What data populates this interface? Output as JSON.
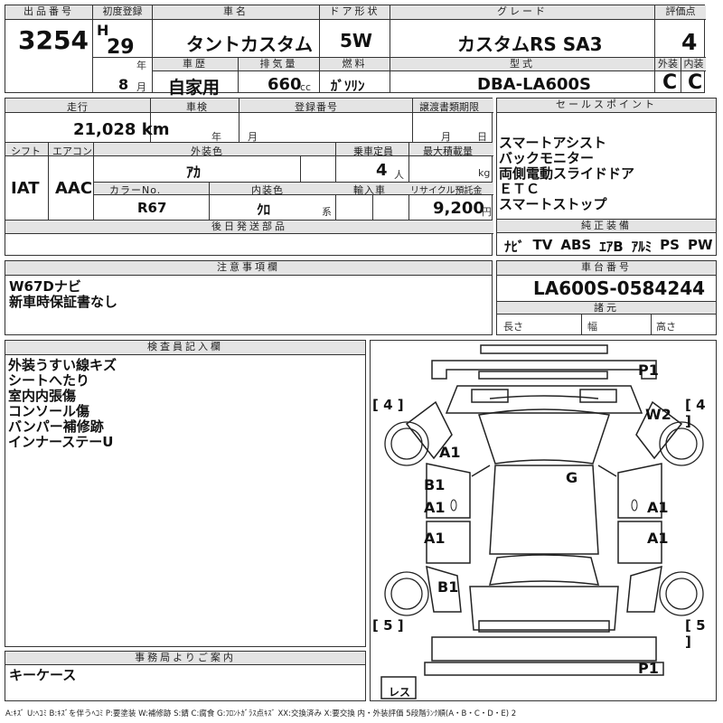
{
  "header": {
    "lot_label": "出品番号",
    "lot_value": "3254",
    "first_reg_label": "初度登録",
    "era": "H",
    "year_value": "29",
    "year_unit": "年",
    "month_value": "8",
    "month_unit": "月",
    "car_name_label": "車名",
    "car_name_value": "タントカスタム",
    "door_label": "ドア形状",
    "door_value": "5W",
    "grade_label": "グレード",
    "grade_value": "カスタムRS SA3",
    "score_label": "評価点",
    "score_value": "4",
    "history_label": "車歴",
    "history_value": "自家用",
    "displacement_label": "排気量",
    "displacement_value": "660",
    "displacement_unit": "cc",
    "fuel_label": "燃料",
    "fuel_value": "ｶﾞｿﾘﾝ",
    "model_label": "型式",
    "model_value": "DBA-LA600S",
    "exterior_label": "外装",
    "exterior_value": "C",
    "interior_label": "内装",
    "interior_value": "C"
  },
  "specs": {
    "mileage_label": "走行",
    "mileage_value": "21,028 km",
    "inspection_label": "車検",
    "inspection_year_unit": "年",
    "inspection_month_unit": "月",
    "reg_no_label": "登録番号",
    "transfer_label": "譲渡書類期限",
    "transfer_month_unit": "月",
    "transfer_day_unit": "日",
    "shift_label": "シフト",
    "shift_value": "IAT",
    "ac_label": "エアコン",
    "ac_value": "AAC",
    "ext_color_label": "外装色",
    "ext_color_value": "ｱｶ",
    "capacity_label": "乗車定員",
    "capacity_value": "4",
    "capacity_unit": "人",
    "load_label": "最大積載量",
    "load_unit": "kg",
    "color_no_label": "カラーNo.",
    "color_no_value": "R67",
    "int_color_label": "内装色",
    "int_color_value": "ｸﾛ",
    "int_color_unit": "系",
    "import_label": "輸入車",
    "recycle_label": "リサイクル預託金",
    "recycle_value": "9,200",
    "recycle_unit": "円",
    "later_parts_label": "後日発送部品"
  },
  "sales": {
    "label": "セールスポイント",
    "items": [
      "スマートアシスト",
      "バックモニター",
      "両側電動スライドドア",
      "ＥＴＣ",
      "スマートストップ"
    ]
  },
  "equipment": {
    "label": "純正装備",
    "items": [
      "ﾅﾋﾞ",
      "TV",
      "ABS",
      "ｴｱB",
      "ｱﾙﾐ",
      "PS",
      "PW"
    ]
  },
  "notes": {
    "label": "注意事項欄",
    "items": [
      "W67Dナビ",
      "新車時保証書なし"
    ]
  },
  "chassis": {
    "label": "車台番号",
    "value": "LA600S-0584244",
    "dims_label": "諸元",
    "length_label": "長さ",
    "width_label": "幅",
    "height_label": "高さ"
  },
  "inspector": {
    "label": "検査員記入欄",
    "items": [
      "外装うすい線キズ",
      "シートへたり",
      "室内内張傷",
      "コンソール傷",
      "バンパー補修跡",
      "インナーステーU"
    ]
  },
  "office": {
    "label": "事務局よりご案内",
    "items": [
      "キーケース"
    ]
  },
  "diagram": {
    "tire_fl": "4",
    "tire_fr": "4",
    "tire_rl": "5",
    "tire_rr": "5",
    "spare": "レス",
    "marks": {
      "front_bumper": "P1",
      "front_right_fender": "W2",
      "front_left_fender": "A1",
      "windshield": "G",
      "left_front_door_b": "B1",
      "left_front_door_a": "A1",
      "left_rear_door": "A1",
      "left_rear_fender": "B1",
      "right_front_door": "A1",
      "right_rear_door": "A1",
      "rear_bumper": "P1"
    }
  },
  "legend": "A:ｷｽﾞ U:ﾍｺﾐ B:ｷｽﾞを伴うﾍｺﾐ P:要塗装 W:補修跡 S:錆 C:腐食 G:ﾌﾛﾝﾄｶﾞﾗｽ点ｷｽﾞ XX:交換済み X:要交換 内・外装評価 5段階ﾗﾝｸ順(A・B・C・D・E) 2"
}
